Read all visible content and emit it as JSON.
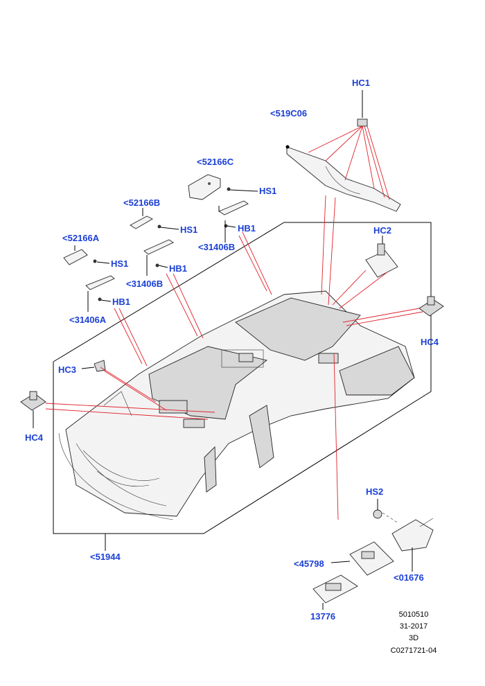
{
  "labels": {
    "hc1": "HC1",
    "c519c06": "<519C06",
    "c52166c": "<52166C",
    "hs1_top": "HS1",
    "c52166b": "<52166B",
    "hs1_mid": "HS1",
    "hb1_right": "HB1",
    "c31406b_right": "<31406B",
    "c52166a": "<52166A",
    "hs1_left": "HS1",
    "hb1_mid": "HB1",
    "c31406b_mid": "<31406B",
    "hb1_left": "HB1",
    "c31406a": "<31406A",
    "hc2": "HC2",
    "hc4_right": "HC4",
    "hc3": "HC3",
    "hc4_left": "HC4",
    "hs2": "HS2",
    "c51944": "<51944",
    "c45798": "<45798",
    "c01676": "<01676",
    "p13776": "13776"
  },
  "meta": {
    "code": "5010510",
    "date": "31-2017",
    "view": "3D",
    "ref": "C0271721-04"
  },
  "colors": {
    "callout": "#1a3fd6",
    "leader": "#e0202a",
    "outline": "#000000"
  }
}
